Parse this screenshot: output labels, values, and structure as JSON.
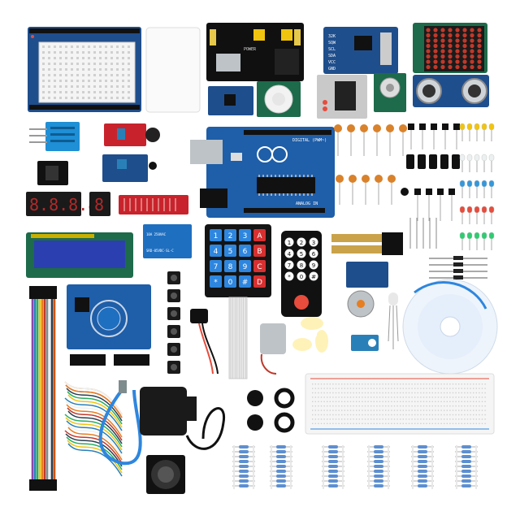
{
  "scene": {
    "background": "#ffffff",
    "colors": {
      "pcb_blue": "#1f4e8c",
      "pcb_dark": "#173a6b",
      "pcb_green": "#1d6b4a",
      "sensor_red": "#c8232c",
      "led_matrix": "#c0392b",
      "lcd_screen": "#2b3fb0",
      "jumper_orange": "#e67e22"
    }
  },
  "labels": {
    "arduino_digital": "DIGITAL (PWM~)",
    "arduino_analog": "ANALOG IN",
    "sevenseg_four": "8.8.8.8",
    "sevenseg_one": "8",
    "power_module": "POWER",
    "relay_top": "SRD-05VDC-SL-C",
    "relay_mid": "10A 250VAC",
    "rtc_pins": [
      "32K",
      "SQW",
      "SCL",
      "SDA",
      "VCC",
      "GND"
    ]
  },
  "keypad": {
    "keys": [
      [
        "1",
        "2",
        "3",
        "A"
      ],
      [
        "4",
        "5",
        "6",
        "B"
      ],
      [
        "7",
        "8",
        "9",
        "C"
      ],
      [
        "*",
        "0",
        "#",
        "D"
      ]
    ]
  },
  "remote": {
    "keys": [
      [
        "1",
        "2",
        "3"
      ],
      [
        "4",
        "5",
        "6"
      ],
      [
        "7",
        "8",
        "9"
      ],
      [
        "*",
        "0",
        "#"
      ]
    ]
  }
}
